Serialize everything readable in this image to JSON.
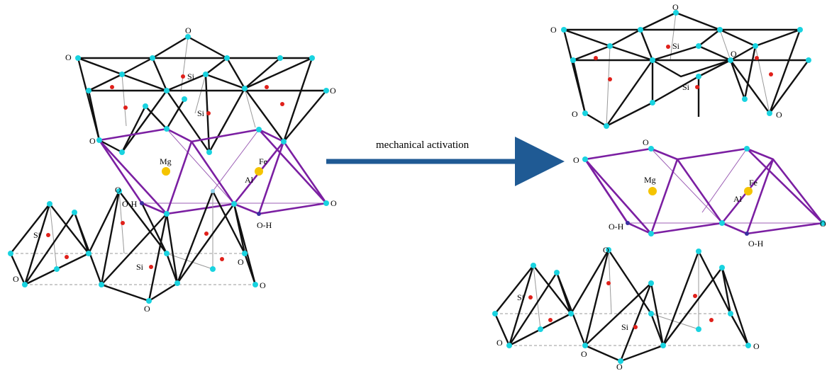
{
  "arrow": {
    "label": "mechanical activation",
    "color": "#1f5a94"
  },
  "colors": {
    "oxygen": "#19d3e0",
    "silicon": "#e0201a",
    "metal": "#f5c400",
    "hydroxyl": "#3a2ea0",
    "octahedral": "#7b1fa2"
  },
  "before": {
    "top": {
      "o_top": "O",
      "o_left": "O",
      "o_right": "O",
      "o_bottom_left": "O",
      "si_a": "Si",
      "si_b": "Si"
    },
    "octa": {
      "mg": "Mg",
      "fe": "Fe",
      "al": "Al",
      "oh_left": "O-H",
      "oh_right": "O-H",
      "o_right": "O",
      "o_top": "O"
    },
    "bottom": {
      "si_a": "Si",
      "si_b": "Si",
      "o_a": "O",
      "o_b": "O",
      "o_c": "O",
      "o_d": "O"
    }
  },
  "after": {
    "top": {
      "o_top": "O",
      "o_left": "O",
      "o_mid": "O",
      "o_bl": "O",
      "o_br": "O",
      "si_a": "Si",
      "si_b": "Si"
    },
    "octa": {
      "mg": "Mg",
      "fe": "Fe",
      "al": "Al",
      "oh_left": "O-H",
      "oh_right": "O-H",
      "o_left": "O",
      "o_top": "O",
      "o_right": "O"
    },
    "bottom": {
      "si_a": "Si",
      "si_b": "Si",
      "o_a": "O",
      "o_b": "O",
      "o_c": "O",
      "o_d": "O",
      "o_e": "O"
    }
  }
}
